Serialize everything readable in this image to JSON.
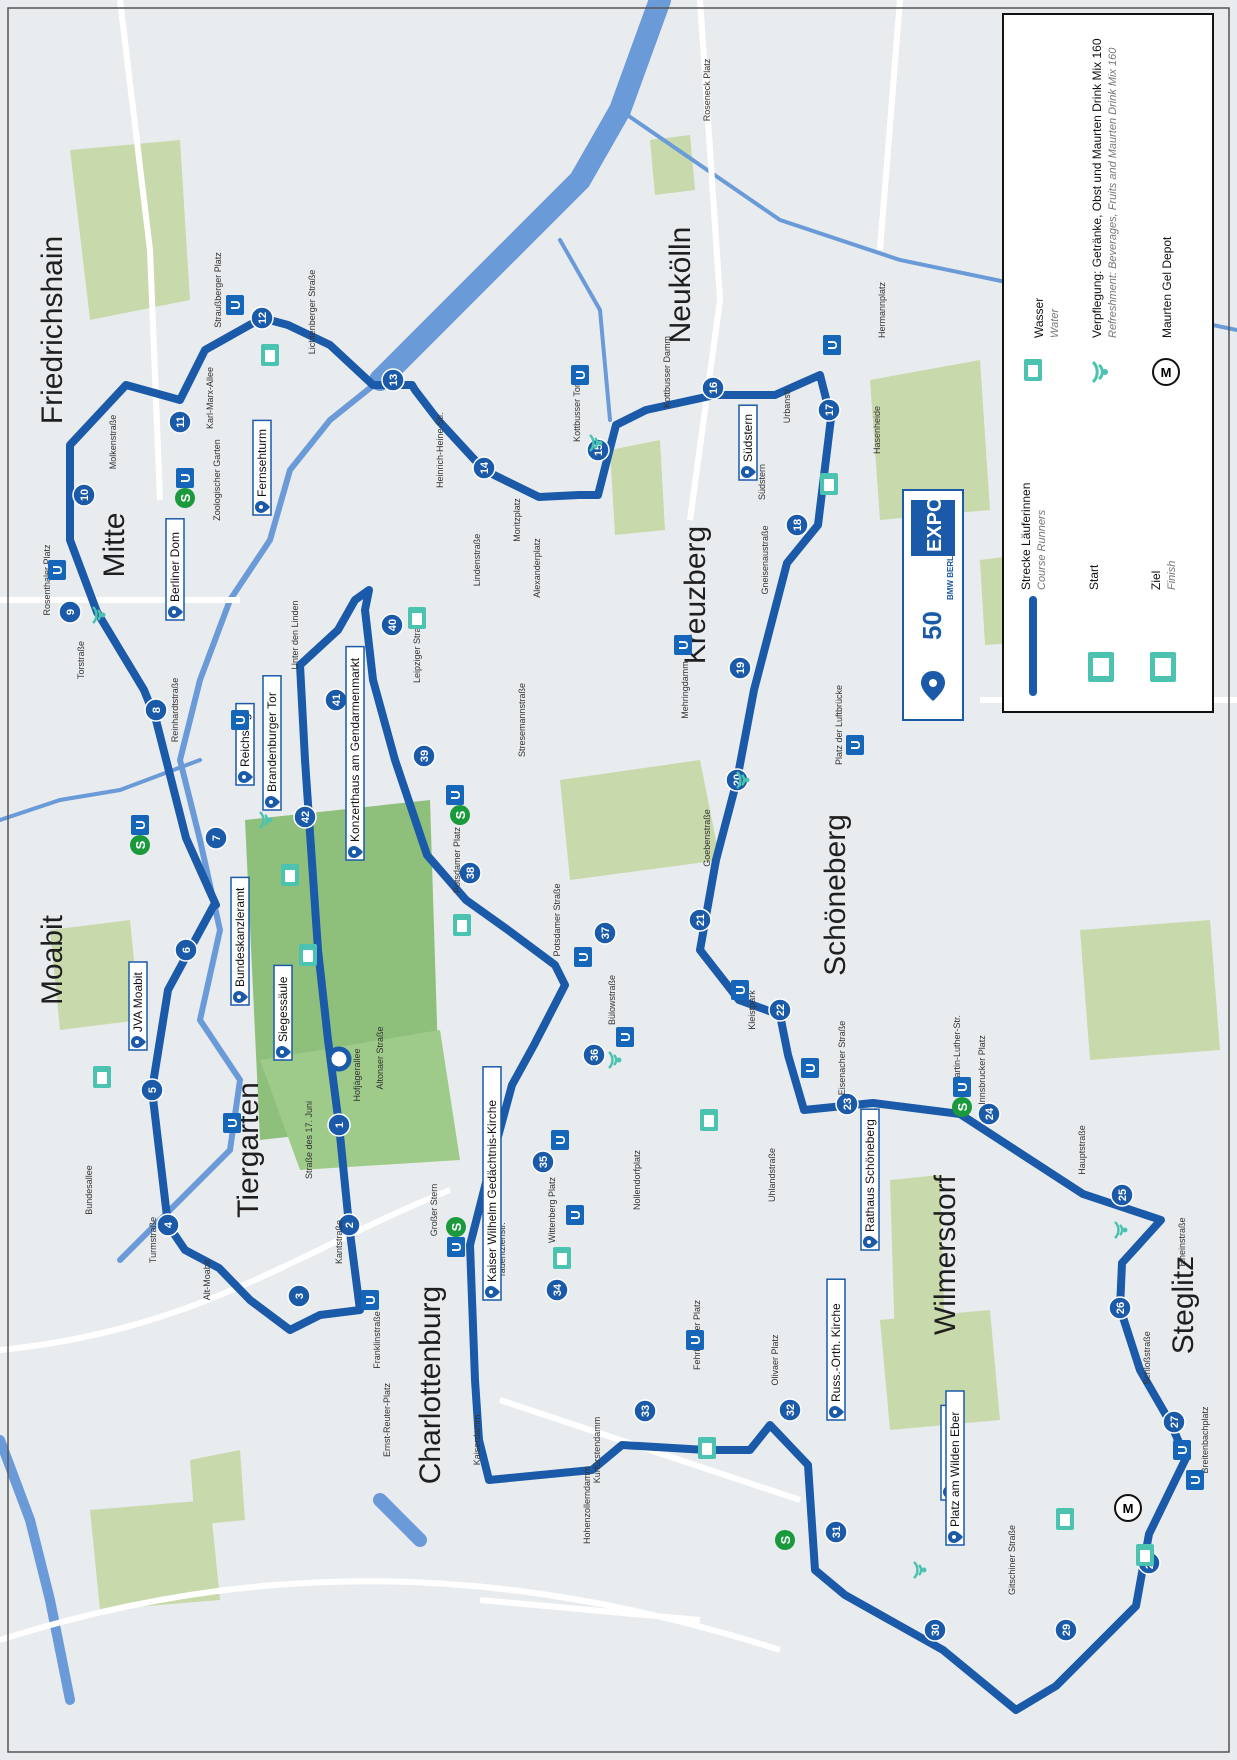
{
  "districts": [
    "Friedrichshain",
    "Mitte",
    "Moabit",
    "Tiergarten",
    "Charlottenburg",
    "Neukölln",
    "Kreuzberg",
    "Schöneberg",
    "Wilmersdorf",
    "Steglitz"
  ],
  "streets": [
    "Straußberger Platz",
    "Karl-Marx-Allee",
    "Molkenstraße",
    "Lichtenberger Straße",
    "Heinrich-Heine-Str.",
    "Moritzplatz",
    "Kottbusser Tor",
    "Kottbusser Damm",
    "Hermannplatz",
    "Urbanstr.",
    "Hasenheide",
    "Südstern",
    "Gneisenaustraße",
    "Mehringdamm",
    "Platz der Luftbrücke",
    "Goebenstraße",
    "Kleistpark",
    "Eisenacher Straße",
    "Martin-Luther-Str.",
    "Innsbrucker Platz",
    "Hauptstraße",
    "Rheinstraße",
    "Schloßstraße",
    "Breitenbachplatz",
    "Rosenthaler Platz",
    "Torstraße",
    "Reinhardtstraße",
    "Unter den Linden",
    "Leipziger Straße",
    "Lindenstraße",
    "Stresemannstraße",
    "Potsdamer Platz",
    "Potsdamer Straße",
    "Bülowstraße",
    "Nollendorfplatz",
    "Wittenberg Platz",
    "Tauentzienstr.",
    "Kurfürstendamm",
    "Hohenzollerndamm",
    "Olivaer Platz",
    "Fehrbelliner Platz",
    "Uhlandstraße",
    "Bundesallee",
    "Turmstraße",
    "Alt-Moabit",
    "Franklinstraße",
    "Ernst-Reuter-Platz",
    "Kaiserdamm",
    "Kantstraße",
    "Straße des 17. Juni",
    "Altonaer Straße",
    "Hofjägerallee",
    "Großer Stern",
    "Zoologischer Garten",
    "Alexanderplatz",
    "Gitschiner Straße",
    "Roseneck Platz"
  ],
  "landmarks": [
    "Fernsehturm",
    "Berliner Dom",
    "Reichstag",
    "Brandenburger Tor",
    "Konzerthaus am Gendarmenmarkt",
    "Bundeskanzleramt",
    "JVA Moabit",
    "Siegessäule",
    "Kaiser Wilhelm Gedächtnis-Kirche",
    "Rathaus Schöneberg",
    "Russ.-Orth. Kirche",
    "Kreuzkirche",
    "Platz am Wilden Eber",
    "Südstern"
  ],
  "km_markers": [
    "1",
    "2",
    "3",
    "4",
    "5",
    "6",
    "7",
    "8",
    "9",
    "10",
    "11",
    "12",
    "13",
    "14",
    "15",
    "16",
    "17",
    "18",
    "19",
    "20",
    "21",
    "22",
    "23",
    "24",
    "25",
    "26",
    "27",
    "28",
    "29",
    "30",
    "31",
    "32",
    "33",
    "34",
    "35",
    "36",
    "37",
    "38",
    "39",
    "40",
    "41",
    "42"
  ],
  "legend": {
    "water": "Wasser",
    "water_en": "Water",
    "refreshment": "Verpflegung: Getränke, Obst und Maurten Drink Mix 160",
    "refreshment_en": "Refreshment: Beverages, Fruits and Maurten Drink Mix 160",
    "gel": "Maurten Gel Depot",
    "course": "Strecke Läuferinnen",
    "course_en": "Course Runners",
    "start": "Start",
    "finish": "Ziel",
    "finish_en": "Finish"
  },
  "badges": {
    "sbahn": "S",
    "ubahn": "U"
  },
  "logo": {
    "fifty": "50",
    "brand": "BMW BERLIN MARATHON",
    "expo": "EXPO"
  },
  "colors": {
    "route": "#1a5aa8",
    "water": "#4cc2b0",
    "park": "#a9cf8f",
    "river": "#6a9ad8",
    "sbahn": "#1a9a3c",
    "ubahn": "#1565b8"
  }
}
